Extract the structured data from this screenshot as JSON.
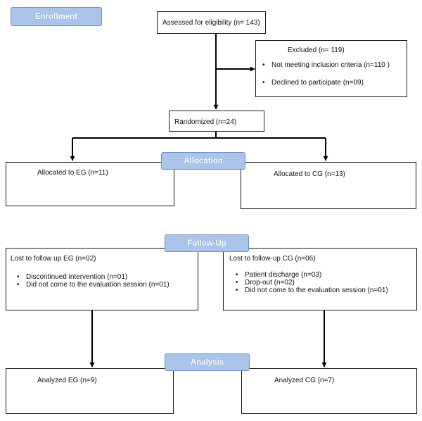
{
  "stages": {
    "enrollment": "Enrollment",
    "allocation": "Allocation",
    "follow_up": "Follow-Up",
    "analysis": "Analysis"
  },
  "assessed": "Assessed for eligibility (n= 143)",
  "excluded": {
    "title": "Excluded (n= 119)",
    "items": [
      "Not meeting inclusion criteria (n=110 )",
      "Declined to participate (n=09)"
    ]
  },
  "randomized": "Randomized (n=24)",
  "allocated_eg": "Allocated to EG (n=11)",
  "allocated_cg": "Allocated to CG (n=13)",
  "lost_eg": {
    "title": "Lost to follow up EG (n=02)",
    "items": [
      "Discontinued intervention (n=01)",
      "Did not come to the evaluation session (n=01)"
    ]
  },
  "lost_cg": {
    "title": "Lost to follow-up CG (n=06)",
    "items": [
      "Patient discharge (n=03)",
      "Drop-out (n=02)",
      "Did not come to the evaluation session (n=01)"
    ]
  },
  "analyzed_eg": "Analyzed EG (n=9)",
  "analyzed_cg": "Analyzed CG (n=7)",
  "colors": {
    "stage_fill": "#aac4ea",
    "stage_border": "#6e8fc2",
    "stage_text": "#ffffff",
    "line": "#000000"
  }
}
